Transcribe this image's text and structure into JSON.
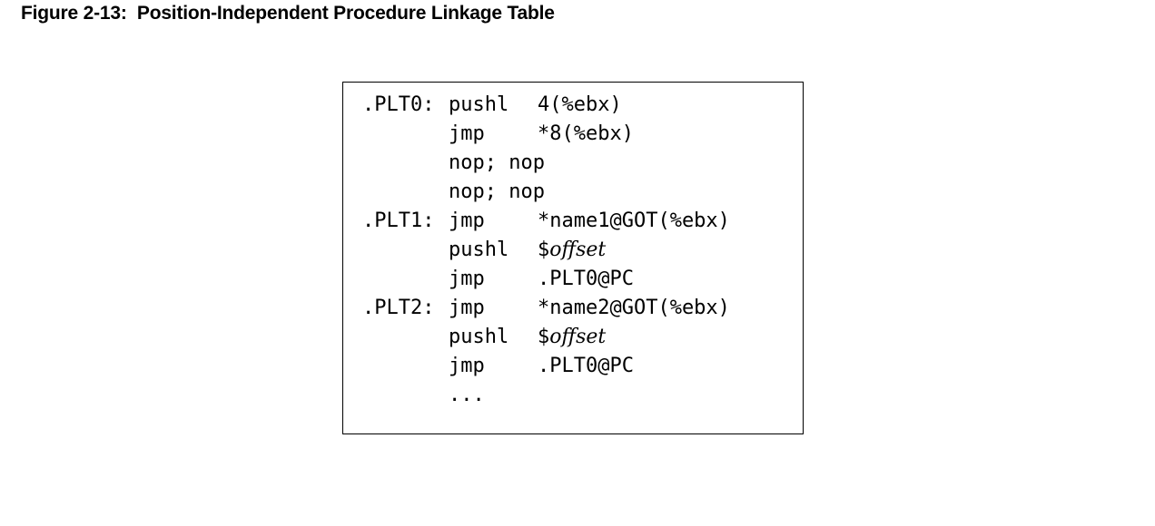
{
  "caption": "Figure 2-13:  Position-Independent Procedure Linkage Table",
  "code": [
    {
      "label": ".PLT0:",
      "op": "pushl",
      "arg": "4(%ebx)",
      "arg_italic": ""
    },
    {
      "label": "",
      "op": "jmp",
      "arg": "*8(%ebx)",
      "arg_italic": ""
    },
    {
      "label": "",
      "op": "nop; nop",
      "arg": "",
      "arg_italic": ""
    },
    {
      "label": "",
      "op": "nop; nop",
      "arg": "",
      "arg_italic": ""
    },
    {
      "label": ".PLT1:",
      "op": "jmp",
      "arg": "*name1@GOT(%ebx)",
      "arg_italic": ""
    },
    {
      "label": "",
      "op": "pushl",
      "arg": "$",
      "arg_italic": "offset"
    },
    {
      "label": "",
      "op": "jmp",
      "arg": ".PLT0@PC",
      "arg_italic": ""
    },
    {
      "label": ".PLT2:",
      "op": "jmp",
      "arg": "*name2@GOT(%ebx)",
      "arg_italic": ""
    },
    {
      "label": "",
      "op": "pushl",
      "arg": "$",
      "arg_italic": "offset"
    },
    {
      "label": "",
      "op": "jmp",
      "arg": ".PLT0@PC",
      "arg_italic": ""
    },
    {
      "label": "",
      "op": "...",
      "arg": "",
      "arg_italic": ""
    }
  ]
}
